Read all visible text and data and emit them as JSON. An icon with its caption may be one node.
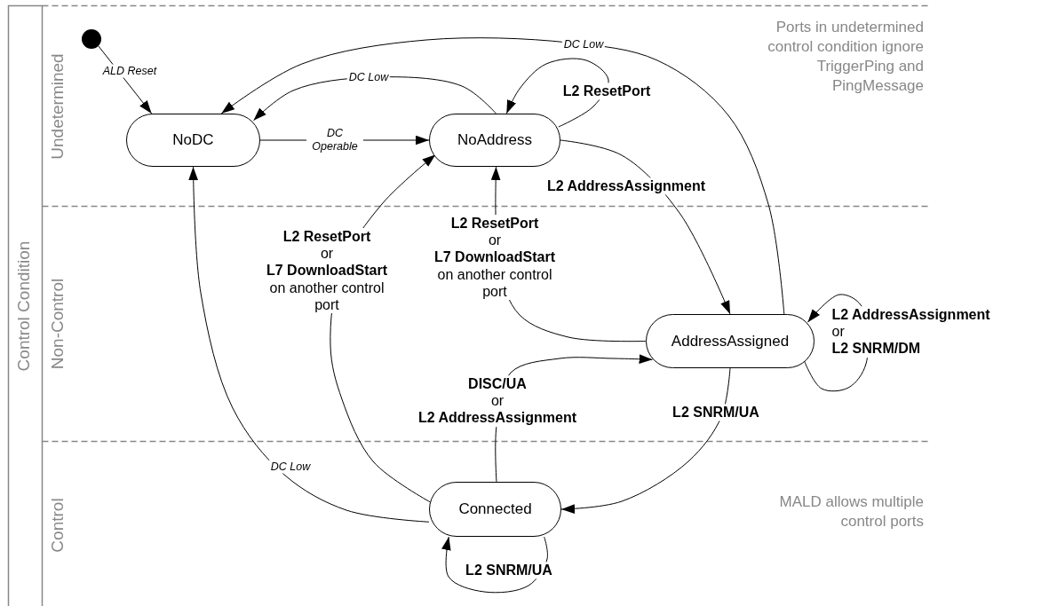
{
  "diagram": {
    "nodes": [
      {
        "text": [],
        "shape": "circle"
      },
      {
        "text": [
          "NoDC"
        ]
      },
      {
        "text": [
          "NoAddress"
        ]
      },
      {
        "text": [
          "AddressAssigned"
        ]
      },
      {
        "text": [
          "Connected"
        ]
      }
    ],
    "edges": [
      {
        "from": 0,
        "to": 1,
        "arrow": "to",
        "label": "ALD Reset"
      },
      {
        "from": 1,
        "to": 2,
        "arrow": "to",
        "label": "DC Operable"
      },
      {
        "from": 2,
        "to": 1,
        "arrow": "to",
        "label": "DC Low"
      },
      {
        "from": 3,
        "to": 1,
        "arrow": "to",
        "label": "DC Low"
      },
      {
        "from": 4,
        "to": 1,
        "arrow": "to",
        "label": "DC Low"
      },
      {
        "from": 2,
        "to": 2,
        "arrow": "to",
        "label": "L2 ResetPort"
      },
      {
        "from": 2,
        "to": 3,
        "arrow": "to",
        "label": "L2 AddressAssignment"
      },
      {
        "from": 3,
        "to": 2,
        "arrow": "to",
        "label": "**L2 ResetPort** or **L7 DownloadStart** on another control port"
      },
      {
        "from": 4,
        "to": 2,
        "arrow": "to",
        "label": "**L2 ResetPort** or **L7 DownloadStart** on another control port"
      },
      {
        "from": 4,
        "to": 3,
        "arrow": "to",
        "label": "**DISC/UA** or **L2 AddressAssignment**"
      },
      {
        "from": 3,
        "to": 3,
        "arrow": "to",
        "label": "**L2 AddressAssignment** or **L2 SNRM/DM**"
      },
      {
        "from": 3,
        "to": 4,
        "arrow": "to",
        "label": "L2 SNRM/UA"
      },
      {
        "from": 4,
        "to": 4,
        "arrow": "to",
        "label": "L2 SNRM/UA"
      }
    ],
    "labels": [
      "Control Condition",
      "Undetermined",
      "Non-Control",
      "Control",
      "Ports in undetermined control condition ignore TriggerPing and PingMessage",
      "MALD allows multiple control ports"
    ]
  }
}
